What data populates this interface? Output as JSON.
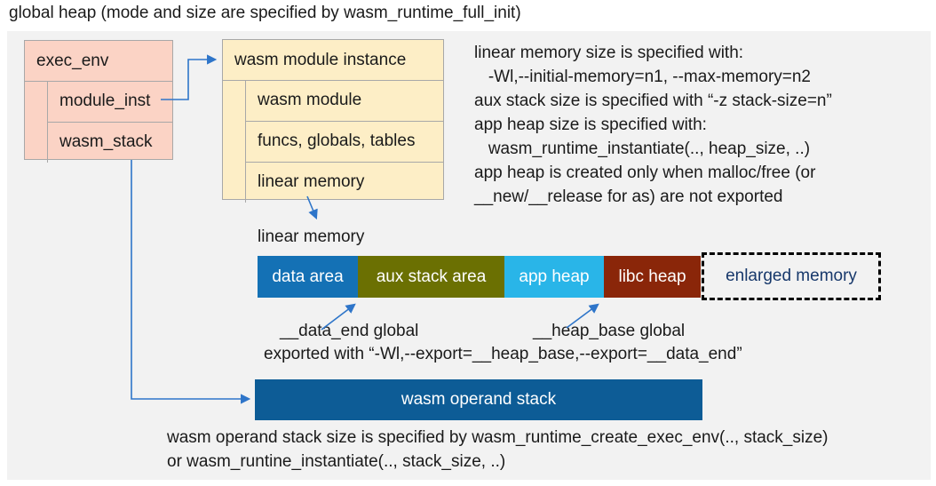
{
  "title": "global heap (mode and size are specified by wasm_runtime_full_init)",
  "colors": {
    "text": "#1a1a1a",
    "panel": "#f2f2f2",
    "box_border": "#a8a8a8",
    "box_salmon": "#fbd3c5",
    "box_cream": "#fdeec6",
    "connector": "#2e75c9",
    "seg_data": "#1471b5",
    "seg_aux": "#6b7002",
    "seg_app": "#29b5e8",
    "seg_libc": "#8a2609",
    "operand_stack": "#0d5c96",
    "navy_text": "#17386b"
  },
  "exec_env": {
    "title": "exec_env",
    "rows": [
      "module_inst",
      "wasm_stack"
    ]
  },
  "module_instance": {
    "title": "wasm module instance",
    "rows": [
      "wasm module",
      "funcs, globals, tables",
      "linear memory"
    ]
  },
  "notes_right": [
    "linear memory size is specified with:",
    "   -Wl,--initial-memory=n1, --max-memory=n2",
    "aux stack size is specified with “-z stack-size=n”",
    "app heap size is specified with:",
    "   wasm_runtime_instantiate(.., heap_size, ..)",
    "app heap is created only when malloc/free (or",
    "__new/__release for as) are not exported"
  ],
  "linear_memory_label": "linear memory",
  "memory_bar": {
    "segments": [
      {
        "label": "data area"
      },
      {
        "label": "aux stack area"
      },
      {
        "label": "app heap"
      },
      {
        "label": "libc heap"
      }
    ],
    "enlarged": "enlarged memory"
  },
  "annotations": {
    "data_end": "__data_end global",
    "heap_base": "__heap_base global",
    "exported": "exported with “-Wl,--export=__heap_base,--export=__data_end”"
  },
  "operand_stack": {
    "label": "wasm operand stack"
  },
  "notes_bottom": [
    "wasm operand stack size is specified by wasm_runtime_create_exec_env(.., stack_size)",
    "or wasm_runtine_instantiate(.., stack_size, ..)"
  ]
}
